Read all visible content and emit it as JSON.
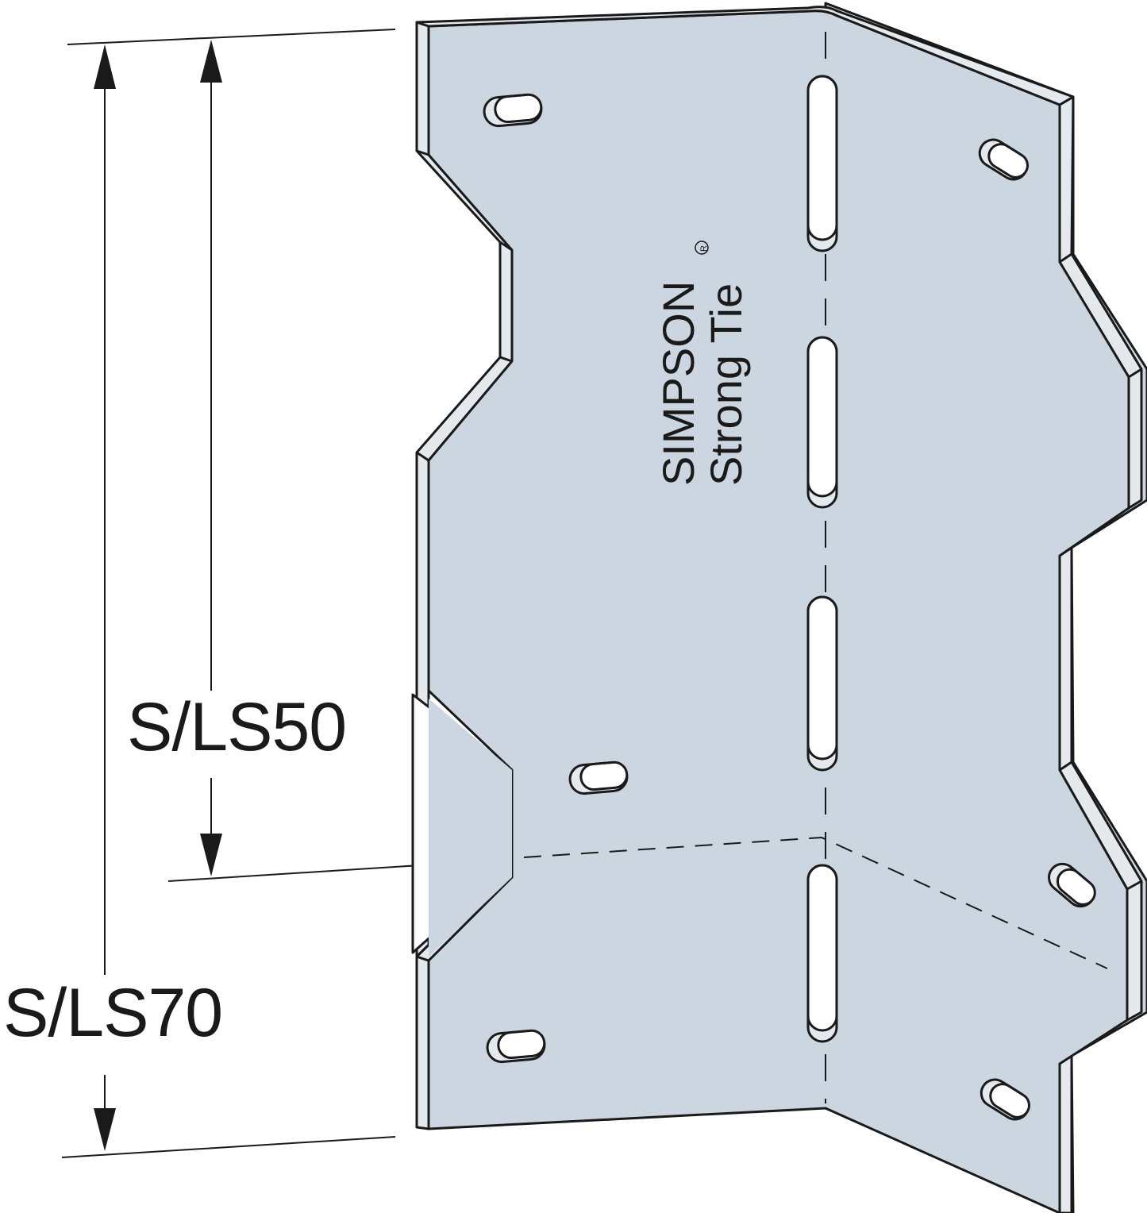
{
  "dimensions": {
    "short_model": "S/LS50",
    "long_model": "S/LS70"
  },
  "brand": {
    "line1": "SIMPSON",
    "line2": "Strong Tie",
    "registered_mark": "R"
  },
  "colors": {
    "plate_face": "#ccd6e0",
    "plate_edge": "#e4e9ee",
    "outline": "#1a1a1a",
    "background": "#ffffff"
  }
}
